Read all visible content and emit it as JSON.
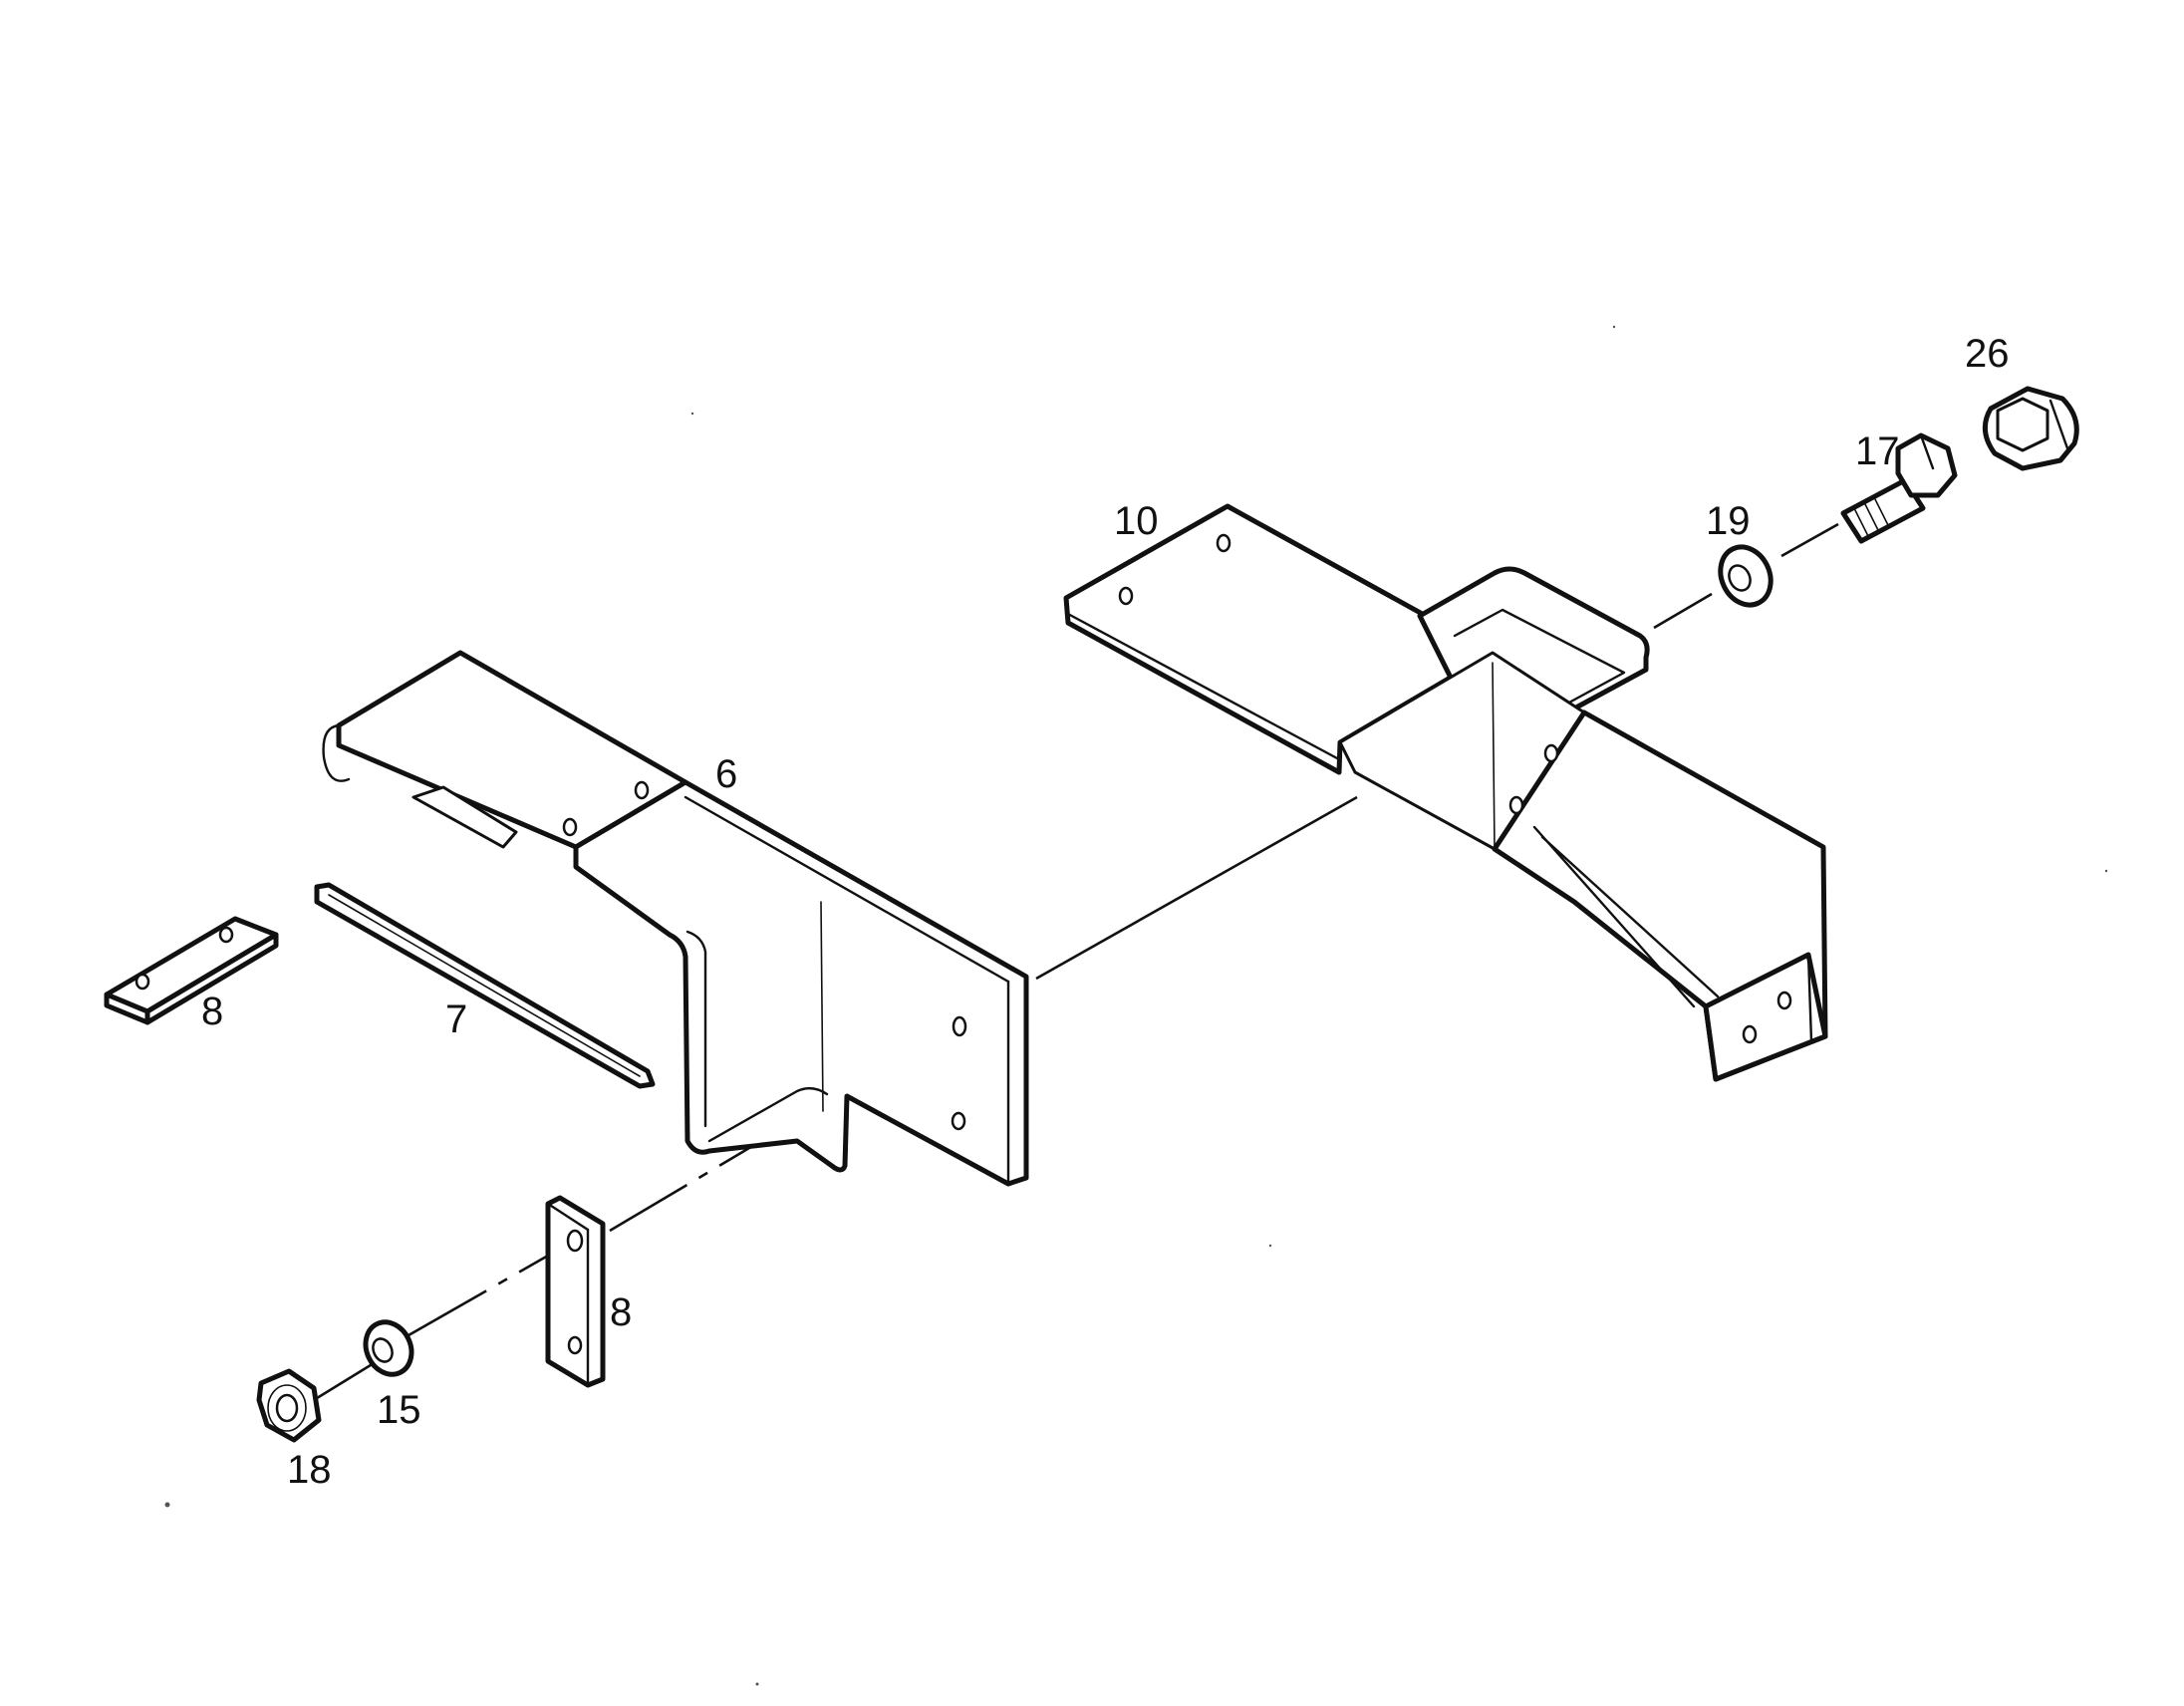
{
  "diagram": {
    "callouts": [
      {
        "id": "c26",
        "text": "26"
      },
      {
        "id": "c17",
        "text": "17"
      },
      {
        "id": "c19",
        "text": "19"
      },
      {
        "id": "c10",
        "text": "10"
      },
      {
        "id": "c6",
        "text": "6"
      },
      {
        "id": "c8a",
        "text": "8"
      },
      {
        "id": "c7",
        "text": "7"
      },
      {
        "id": "c8b",
        "text": "8"
      },
      {
        "id": "c15",
        "text": "15"
      },
      {
        "id": "c18",
        "text": "18"
      }
    ]
  }
}
